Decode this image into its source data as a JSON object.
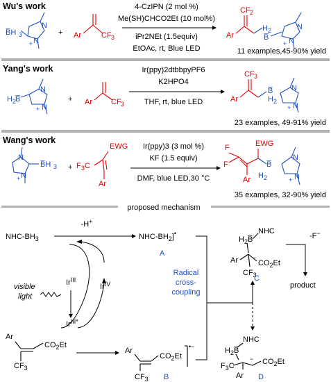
{
  "sections": [
    {
      "title": "Wu's work",
      "conditions": [
        "4-CzIPN (2 mol %)",
        "Me(SH)CHCO2Et (10 mol%)",
        "iPr2NEt (1.5equiv)",
        "EtOAc, rt, Blue LED"
      ],
      "result": "11 examples,45-90% yield"
    },
    {
      "title": "Yang's work",
      "conditions": [
        "Ir(ppy)2dtbbpyPF6",
        "K2HPO4",
        "THF, rt, blue LED"
      ],
      "result": "23 examples, 49-91% yield"
    },
    {
      "title": "Wang's work",
      "conditions": [
        "Ir(ppy)3 (3 mol %)",
        "KF (1.5 equiv)",
        "DMF, blue LED,30 °C"
      ],
      "result": "35 examples, 32-90% yield"
    }
  ],
  "mechanism": {
    "header": "proposed mechanism",
    "nhc_bh3": "NHC-BH3",
    "deprotonation": "-H+",
    "radical_A": "NHC-BH2",
    "label_A": "A",
    "label_B": "B",
    "label_C": "C",
    "label_D": "D",
    "ir3": "IrIII",
    "ir3star": "IrIII*",
    "ir4": "IrIV",
    "visible_light": [
      "visible",
      "light"
    ],
    "radical_coupling": [
      "Radical",
      "cross-",
      "coupling"
    ],
    "fluoride": "-F−",
    "product": "product",
    "alkene_labels": {
      "ar": "Ar",
      "co2et": "CO2Et",
      "cf3": "CF3"
    },
    "adduct_labels": {
      "nhc": "NHC",
      "h2b": "H2B"
    }
  },
  "colors": {
    "red": "#e00000",
    "blue": "#1f4fc0",
    "divider": "#b0b0b0"
  }
}
